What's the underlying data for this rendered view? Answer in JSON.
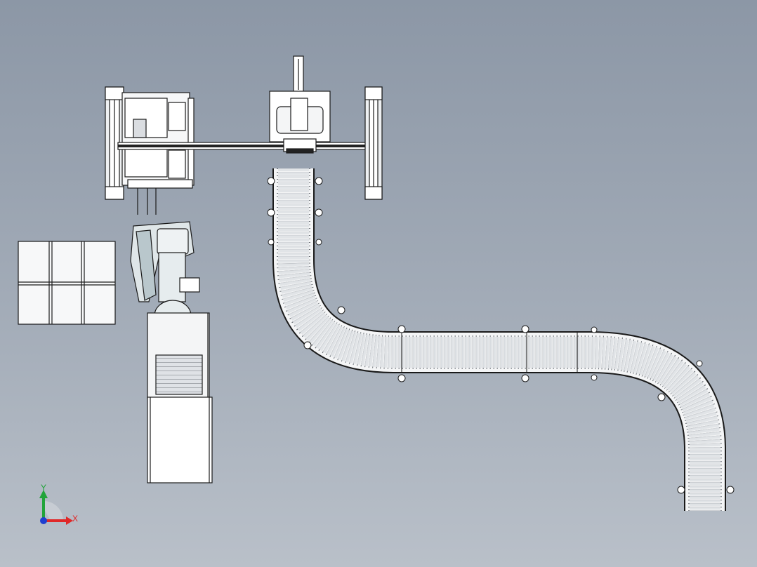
{
  "viewport": {
    "background_top": "#8c97a6",
    "background_bottom": "#b9c0c9"
  },
  "triad": {
    "x_label": "X",
    "y_label": "Y",
    "x_color": "#e02828",
    "y_color": "#22a43a",
    "z_color": "#1f3fd0"
  },
  "colors": {
    "line": "#1a1a1a",
    "fill": "#f4f5f6",
    "frame": "#e9ecef",
    "robot": "#dfe6e8",
    "robot_shade": "#b9c7cc",
    "roller": "#cfd3d8",
    "rail": "#222222"
  },
  "scene": {
    "parts": [
      "left-frame",
      "center-gripper-station",
      "right-frame",
      "gantry-beam",
      "pallet",
      "robot-arm",
      "robot-base",
      "infeed-conveyor",
      "roller-conveyor"
    ]
  }
}
